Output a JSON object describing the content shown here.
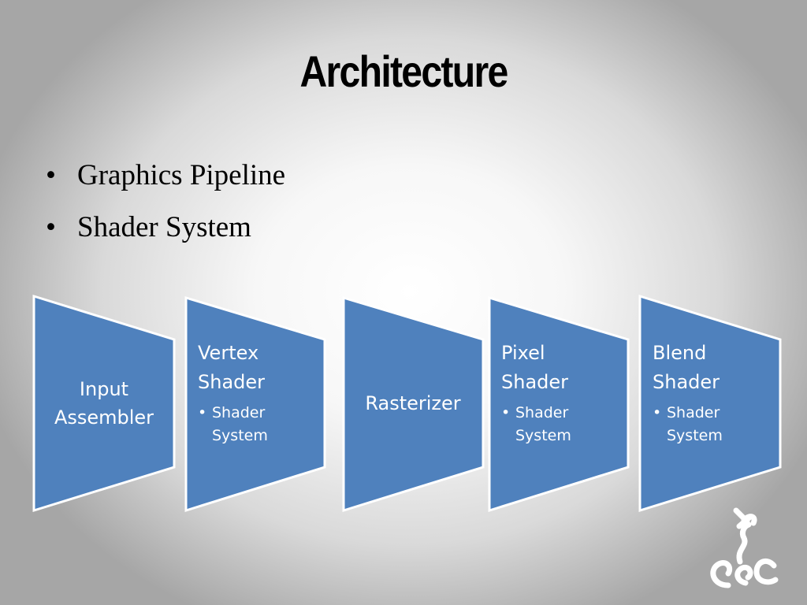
{
  "slide": {
    "title": "Architecture",
    "bullets": [
      "Graphics Pipeline",
      "Shader System"
    ]
  },
  "pipeline": {
    "stages": [
      {
        "title": "Input Assembler",
        "sub": ""
      },
      {
        "title": "Vertex Shader",
        "sub": "Shader System"
      },
      {
        "title": "Rasterizer",
        "sub": ""
      },
      {
        "title": "Pixel Shader",
        "sub": "Shader System"
      },
      {
        "title": "Blend Shader",
        "sub": "Shader System"
      }
    ],
    "bullet_glyph": "•",
    "fill_color": "#4f81bd",
    "border_color": "#ffffff"
  },
  "logo": {
    "icon": "vine-logo-icon",
    "color": "#ffffff"
  }
}
